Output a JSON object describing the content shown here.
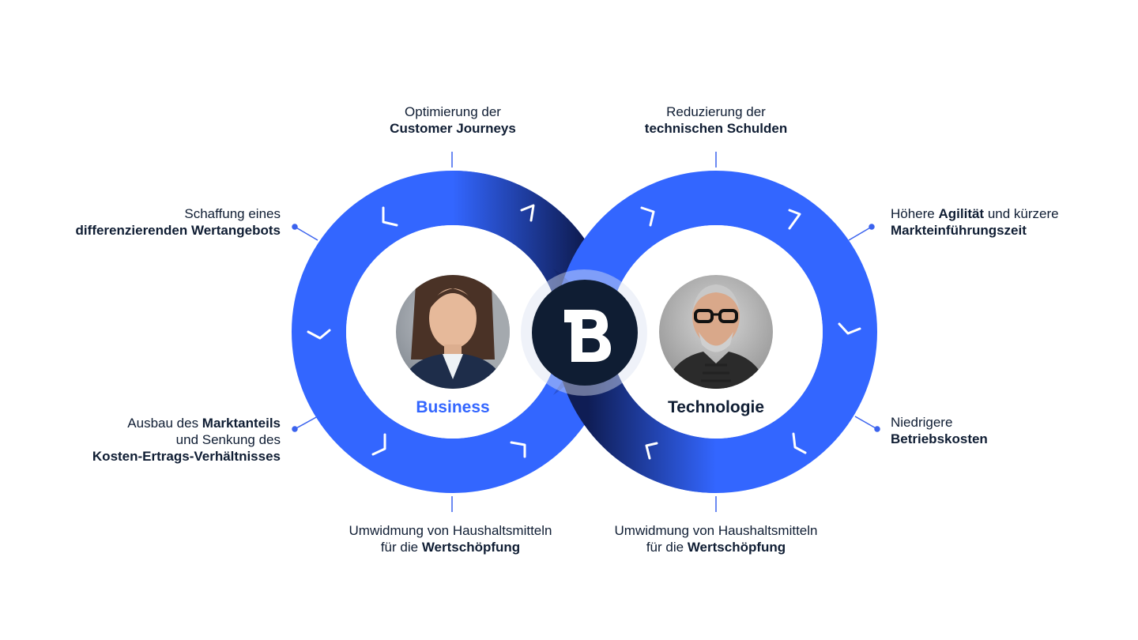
{
  "center_logo": {
    "icon": "logo-b",
    "color": "#0f1d33"
  },
  "colors": {
    "blue": "#3366ff",
    "navy": "#0f1d33",
    "connector": "#3b63ee"
  },
  "rings": {
    "business": {
      "title": "Business",
      "title_color": "#3366ff",
      "portrait": "woman-portrait"
    },
    "technology": {
      "title": "Technologie",
      "title_color": "#0f1d33",
      "portrait": "man-portrait"
    }
  },
  "labels": {
    "customer_journeys": {
      "line1": "Optimierung der",
      "line2_bold": "Customer Journeys"
    },
    "tech_debt": {
      "line1": "Reduzierung der",
      "line2_bold": "technischen Schulden"
    },
    "value_prop": {
      "line1": "Schaffung eines",
      "line2_bold": "differenzierenden Wertangebots"
    },
    "agility": {
      "l1_pre": "Höhere ",
      "l1_bold": "Agilität",
      "l1_post": " und kürzere",
      "line2_bold": "Markteinführungszeit"
    },
    "market_share": {
      "l1_pre": "Ausbau des ",
      "l1_bold": "Marktanteils",
      "line2": "und Senkung des",
      "line3_bold": "Kosten-Ertrags-Verhältnisses"
    },
    "operating_costs": {
      "line1": "Niedrigere",
      "line2_bold": "Betriebskosten"
    },
    "budget_business": {
      "line1": "Umwidmung von Haushaltsmitteln",
      "l2_pre": "für die ",
      "l2_bold": "Wertschöpfung"
    },
    "budget_tech": {
      "line1": "Umwidmung von Haushaltsmitteln",
      "l2_pre": "für die ",
      "l2_bold": "Wertschöpfung"
    }
  }
}
